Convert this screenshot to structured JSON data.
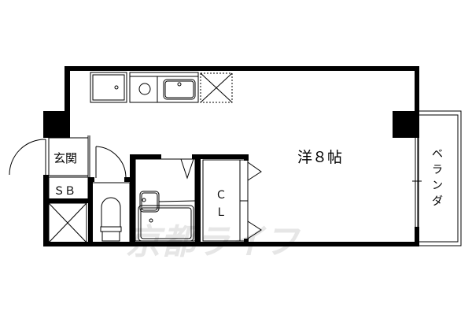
{
  "rooms": {
    "main_room": "洋８帖",
    "entrance": "玄関",
    "shoe_box": "ＳＢ",
    "closet_c": "Ｃ",
    "closet_l": "Ｌ",
    "veranda": [
      "ベ",
      "ラ",
      "ン",
      "ダ"
    ]
  },
  "watermark": "京都ライフ",
  "colors": {
    "wall": "#000000",
    "line": "#000000",
    "watermark": "#e6e6e6"
  }
}
